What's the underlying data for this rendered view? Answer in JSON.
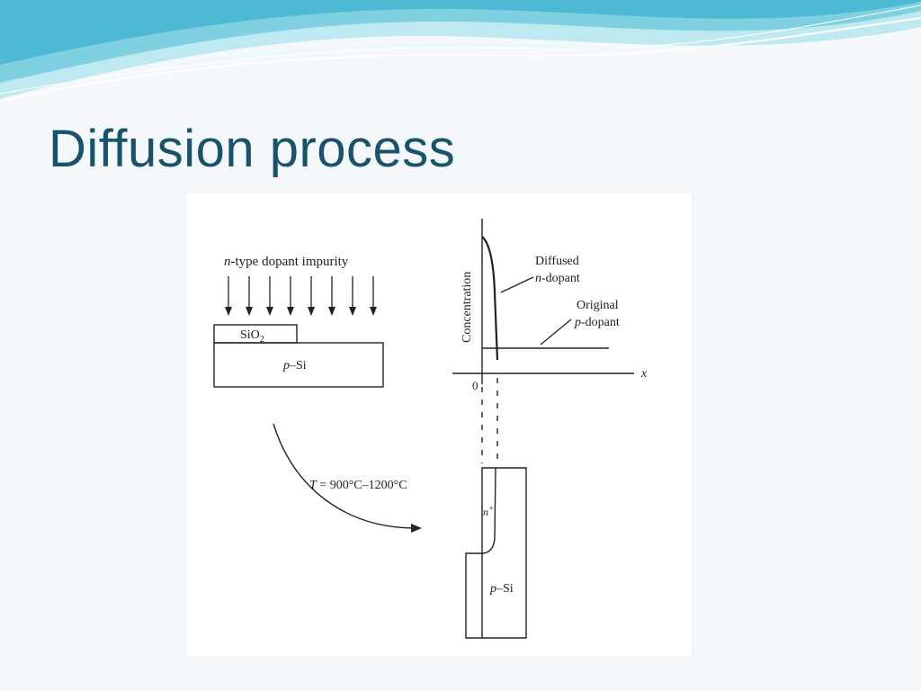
{
  "slide": {
    "title": "Diffusion process"
  },
  "figure": {
    "dopant_label_italic": "n",
    "dopant_label_rest": "-type dopant impurity",
    "oxide_label_base": "SiO",
    "oxide_label_sub": "2",
    "substrate_top_italic": "p",
    "substrate_top_rest": "–Si",
    "temperature_italic": "T",
    "temperature_rest": " = 900°C–1200°C",
    "y_axis_label": "Concentration",
    "x_axis_label": "x",
    "origin_label": "0",
    "diffused_line1": "Diffused",
    "diffused_line2_italic": "n",
    "diffused_line2_rest": "-dopant",
    "original_line1": "Original",
    "original_line2_italic": "p",
    "original_line2_rest": "-dopant",
    "n_plus_base": "n",
    "n_plus_sup": "+",
    "substrate_bottom_italic": "p",
    "substrate_bottom_rest": "–Si"
  },
  "colors": {
    "title": "#17536b",
    "background": "#f4f8fb",
    "wave_light": "#bfe9f1",
    "wave_mid": "#7fd0e0",
    "wave_dark": "#4eb9d2"
  }
}
